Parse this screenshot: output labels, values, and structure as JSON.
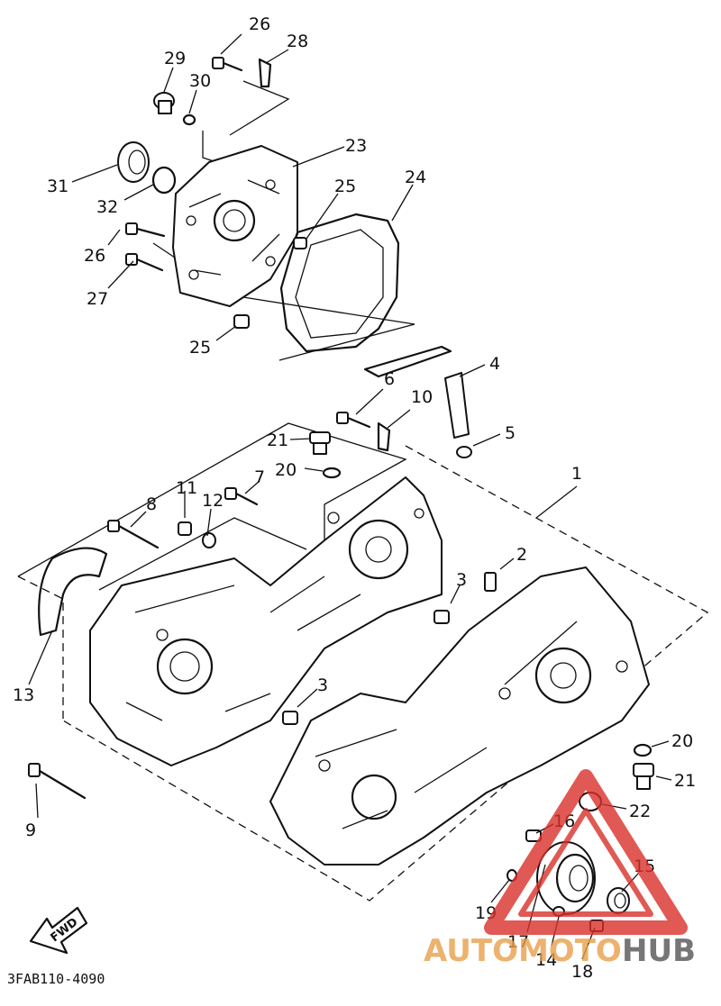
{
  "callouts": [
    {
      "id": "c1",
      "label": "1"
    },
    {
      "id": "c2",
      "label": "2"
    },
    {
      "id": "c3a",
      "label": "3"
    },
    {
      "id": "c3b",
      "label": "3"
    },
    {
      "id": "c4",
      "label": "4"
    },
    {
      "id": "c5",
      "label": "5"
    },
    {
      "id": "c6",
      "label": "6"
    },
    {
      "id": "c7",
      "label": "7"
    },
    {
      "id": "c8",
      "label": "8"
    },
    {
      "id": "c9",
      "label": "9"
    },
    {
      "id": "c10",
      "label": "10"
    },
    {
      "id": "c11",
      "label": "11"
    },
    {
      "id": "c12",
      "label": "12"
    },
    {
      "id": "c13",
      "label": "13"
    },
    {
      "id": "c14",
      "label": "14"
    },
    {
      "id": "c15",
      "label": "15"
    },
    {
      "id": "c16",
      "label": "16"
    },
    {
      "id": "c17",
      "label": "17"
    },
    {
      "id": "c18",
      "label": "18"
    },
    {
      "id": "c19",
      "label": "19"
    },
    {
      "id": "c20a",
      "label": "20"
    },
    {
      "id": "c20b",
      "label": "20"
    },
    {
      "id": "c21a",
      "label": "21"
    },
    {
      "id": "c21b",
      "label": "21"
    },
    {
      "id": "c22",
      "label": "22"
    },
    {
      "id": "c23",
      "label": "23"
    },
    {
      "id": "c24",
      "label": "24"
    },
    {
      "id": "c25a",
      "label": "25"
    },
    {
      "id": "c25b",
      "label": "25"
    },
    {
      "id": "c26a",
      "label": "26"
    },
    {
      "id": "c26b",
      "label": "26"
    },
    {
      "id": "c27",
      "label": "27"
    },
    {
      "id": "c28",
      "label": "28"
    },
    {
      "id": "c29",
      "label": "29"
    },
    {
      "id": "c30",
      "label": "30"
    },
    {
      "id": "c31",
      "label": "31"
    },
    {
      "id": "c32",
      "label": "32"
    }
  ],
  "direction_arrow": {
    "label": "FWD"
  },
  "drawing_code": "3FAB110-4090",
  "watermark": {
    "text_part1": "AUTOMOTO",
    "text_part2": "HUB",
    "color_primary": "#e8a04a",
    "color_secondary": "#d9302a",
    "color_dark": "#555555"
  }
}
